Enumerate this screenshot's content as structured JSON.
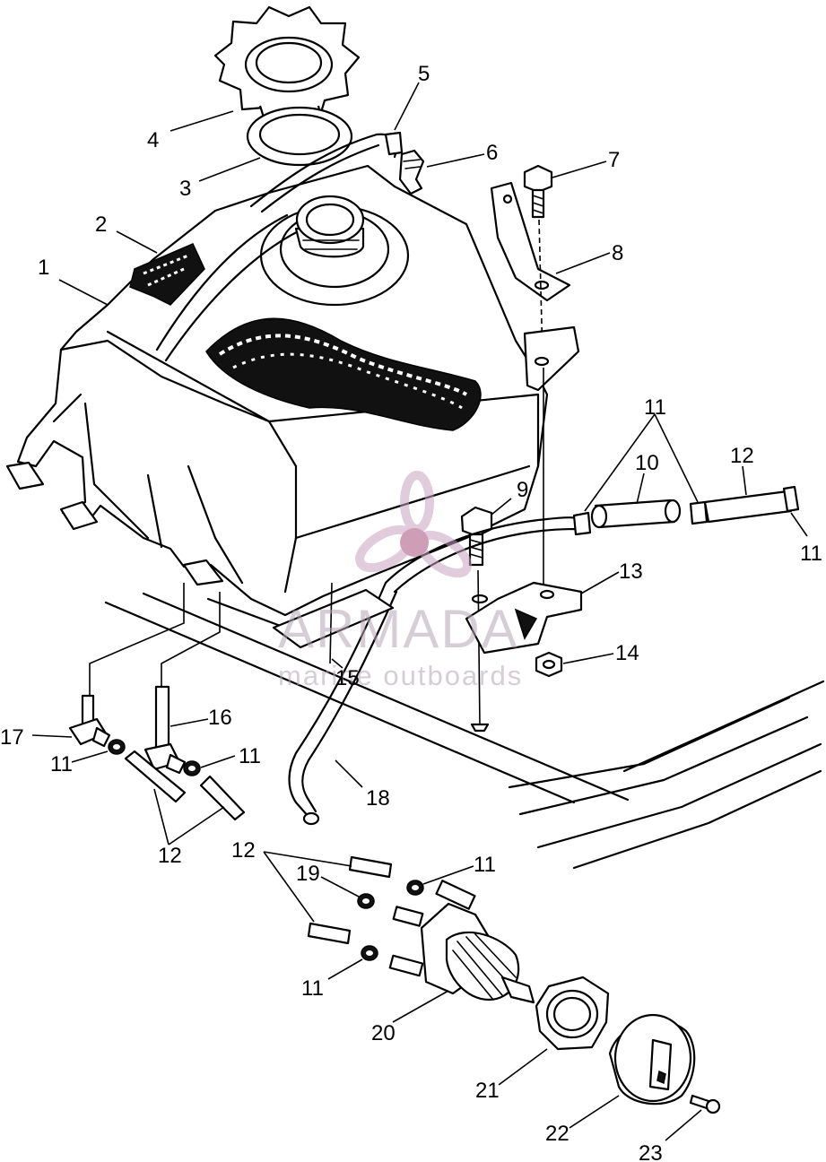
{
  "diagram": {
    "part_labels": [
      "1",
      "2",
      "3",
      "4",
      "5",
      "6",
      "7",
      "8",
      "9",
      "10",
      "11",
      "12",
      "13",
      "14",
      "15",
      "16",
      "17",
      "18",
      "19",
      "20",
      "21",
      "22",
      "23"
    ],
    "callouts": {
      "c1": "1",
      "c2": "2",
      "c3": "3",
      "c4": "4",
      "c5": "5",
      "c6": "6",
      "c7": "7",
      "c8": "8",
      "c9": "9",
      "c10": "10",
      "c11a": "11",
      "c11b": "11",
      "c12a": "12",
      "c13": "13",
      "c14": "14",
      "c15": "15",
      "c16": "16",
      "c17": "17",
      "c11c": "11",
      "c11d": "11",
      "c18": "18",
      "c12b": "12",
      "c12c": "12",
      "c11e": "11",
      "c19": "19",
      "c11f": "11",
      "c20": "20",
      "c21": "21",
      "c22": "22",
      "c23": "23"
    }
  },
  "watermark": {
    "brand": "ARMADA",
    "tagline": "marine outboards",
    "color": "#c9a3c4"
  }
}
